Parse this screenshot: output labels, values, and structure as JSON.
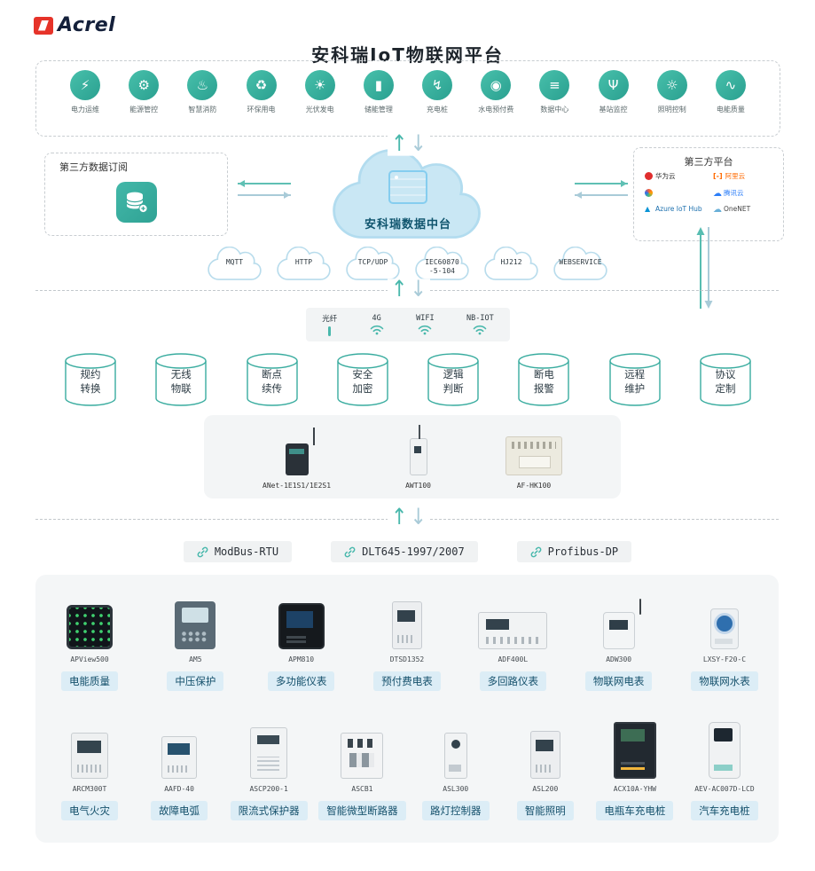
{
  "logo": {
    "text": "Acrel"
  },
  "title": "安科瑞IoT物联网平台",
  "colors": {
    "accent": "#3ab0a2",
    "brand_red": "#e63329",
    "chip_bg": "#dcedf6",
    "chip_text": "#14506b"
  },
  "apps": [
    {
      "label": "电力运维",
      "icon": "⚡"
    },
    {
      "label": "能源管控",
      "icon": "⚙"
    },
    {
      "label": "智慧消防",
      "icon": "♨"
    },
    {
      "label": "环保用电",
      "icon": "♻"
    },
    {
      "label": "光伏发电",
      "icon": "☀"
    },
    {
      "label": "储能管理",
      "icon": "▮"
    },
    {
      "label": "充电桩",
      "icon": "↯"
    },
    {
      "label": "水电预付费",
      "icon": "◉"
    },
    {
      "label": "数据中心",
      "icon": "≡"
    },
    {
      "label": "基站监控",
      "icon": "Ψ"
    },
    {
      "label": "照明控制",
      "icon": "☼"
    },
    {
      "label": "电能质量",
      "icon": "∿"
    }
  ],
  "sections": {
    "subscription_title": "第三方数据订阅",
    "cloud_title": "安科瑞数据中台",
    "platform_title": "第三方平台"
  },
  "platforms": [
    {
      "name": "华为云",
      "cls": "p-huawei",
      "color": "#333333"
    },
    {
      "name": "阿里云",
      "cls": "p-ali",
      "color": "#ff6a00"
    },
    {
      "name": "",
      "cls": "p-tuya",
      "color": "#555555"
    },
    {
      "name": "腾讯云",
      "cls": "p-tencent",
      "color": "#2c7ef8"
    },
    {
      "name": "Azure IoT Hub",
      "cls": "p-azure",
      "color": "#1b6fae"
    },
    {
      "name": "OneNET",
      "cls": "p-onenet",
      "color": "#444444"
    }
  ],
  "protocol_clouds": [
    {
      "line1": "MQTT",
      "line2": ""
    },
    {
      "line1": "HTTP",
      "line2": ""
    },
    {
      "line1": "TCP/UDP",
      "line2": ""
    },
    {
      "line1": "IEC60870",
      "line2": "-5-104"
    },
    {
      "line1": "HJ212",
      "line2": ""
    },
    {
      "line1": "WEBSERVICE",
      "line2": ""
    }
  ],
  "connectivity": [
    {
      "label": "光纤",
      "type": "c-fiber"
    },
    {
      "label": "4G",
      "type": "c-wifi"
    },
    {
      "label": "WIFI",
      "type": "c-wifi"
    },
    {
      "label": "NB-IOT",
      "type": "c-wifi"
    }
  ],
  "features": [
    {
      "line1": "规约",
      "line2": "转换"
    },
    {
      "line1": "无线",
      "line2": "物联"
    },
    {
      "line1": "断点",
      "line2": "续传"
    },
    {
      "line1": "安全",
      "line2": "加密"
    },
    {
      "line1": "逻辑",
      "line2": "判断"
    },
    {
      "line1": "断电",
      "line2": "报警"
    },
    {
      "line1": "远程",
      "line2": "维护"
    },
    {
      "line1": "协议",
      "line2": "定制"
    }
  ],
  "gateways": [
    {
      "model": "ANet-1E1S1/1E2S1",
      "type": "t-anet"
    },
    {
      "model": "AWT100",
      "type": "t-awt"
    },
    {
      "model": "AF-HK100",
      "type": "t-afhk"
    }
  ],
  "bus_protocols": [
    {
      "label": "ModBus-RTU"
    },
    {
      "label": "DLT645-1997/2007"
    },
    {
      "label": "Profibus-DP"
    }
  ],
  "products_row1": [
    {
      "model": "APView500",
      "label": "电能质量",
      "type": "t-panel"
    },
    {
      "model": "AM5",
      "label": "中压保护",
      "type": "t-protect"
    },
    {
      "model": "APM810",
      "label": "多功能仪表",
      "type": "t-meter"
    },
    {
      "model": "DTSD1352",
      "label": "预付费电表",
      "type": "t-din"
    },
    {
      "model": "ADF400L",
      "label": "多回路仪表",
      "type": "t-dinwide"
    },
    {
      "model": "ADW300",
      "label": "物联网电表",
      "type": "t-iot"
    },
    {
      "model": "LXSY-F20-C",
      "label": "物联网水表",
      "type": "t-water"
    }
  ],
  "products_row2": [
    {
      "model": "ARCM300T",
      "label": "电气火灾",
      "type": "t-module"
    },
    {
      "model": "AAFD-40",
      "label": "故障电弧",
      "type": "t-arc"
    },
    {
      "model": "ASCP200-1",
      "label": "限流式保护器",
      "type": "t-limiter"
    },
    {
      "model": "ASCB1",
      "label": "智能微型断路器",
      "type": "t-breaker"
    },
    {
      "model": "ASL300",
      "label": "路灯控制器",
      "type": "t-lamp"
    },
    {
      "model": "ASL200",
      "label": "智能照明",
      "type": "t-din"
    },
    {
      "model": "ACX10A-YHW",
      "label": "电瓶车充电桩",
      "type": "t-cabinet"
    },
    {
      "model": "AEV-AC007D-LCD",
      "label": "汽车充电桩",
      "type": "t-evpile"
    }
  ]
}
